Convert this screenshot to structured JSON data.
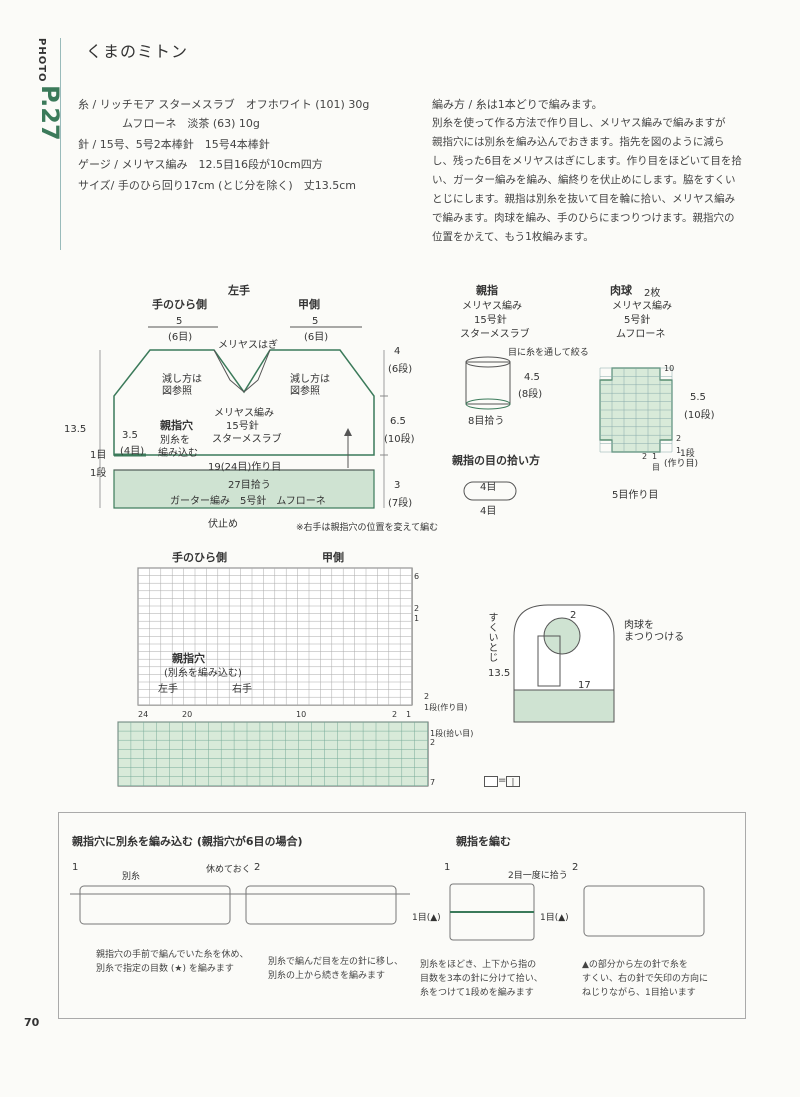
{
  "side": {
    "label": "PHOTO",
    "page": "P.27"
  },
  "title": "くまのミトン",
  "specs": {
    "yarn_1": "糸 / リッチモア スターメスラブ　オフホワイト (101) 30g",
    "yarn_2": "ムフローネ　淡茶 (63) 10g",
    "needles": "針 / 15号、5号2本棒針　15号4本棒針",
    "gauge": "ゲージ / メリヤス編み　12.5目16段が10cm四方",
    "size": "サイズ/ 手のひら回り17cm (とじ分を除く)　丈13.5cm"
  },
  "method": {
    "heading": "編み方 / 糸は1本どりで編みます。",
    "lines": [
      "別糸を使って作る方法で作り目し、メリヤス編みで編みますが",
      "親指穴には別糸を編み込んでおきます。指先を図のように減ら",
      "し、残った6目をメリヤスはぎにします。作り目をほどいて目を拾",
      "い、ガーター編みを編み、編終りを伏止めにします。脇をすくい",
      "とじにします。親指は別糸を抜いて目を輪に拾い、メリヤス編み",
      "で編みます。肉球を編み、手のひらにまつりつけます。親指穴の",
      "位置をかえて、もう1枚編みます。"
    ]
  },
  "mitten": {
    "left_hand": "左手",
    "palm_side": "手のひら側",
    "back_side": "甲側",
    "w5_a": "5",
    "w5_a_st": "(6目)",
    "w5_b": "5",
    "w5_b_st": "(6目)",
    "graft": "メリヤスはぎ",
    "dec_a": "減し方は",
    "dec_a2": "図参照",
    "dec_b": "減し方は",
    "dec_b2": "図参照",
    "stockinette": "メリヤス編み",
    "needle15": "15号針",
    "yarn_star": "スターメスラブ",
    "thumb_hole": "親指穴",
    "thumb_hole_2": "別糸を",
    "thumb_hole_3": "編み込む",
    "w35": "3.5",
    "w35_st": "(4目)",
    "h135": "13.5",
    "row1_a": "1目",
    "row1_b": "1段",
    "cast_on": "19(24目)作り目",
    "pickup": "27目拾う",
    "garter": "ガーター編み　5号針　ムフローネ",
    "bind_off": "伏止め",
    "h4": "4",
    "h4_rows": "(6段)",
    "h65": "6.5",
    "h65_rows": "(10段)",
    "h3": "3",
    "h3_rows": "(7段)",
    "note": "※右手は親指穴の位置を変えて編む"
  },
  "thumb": {
    "title": "親指",
    "l1": "メリヤス編み",
    "l2": "15号針",
    "l3": "スターメスラブ",
    "thread": "目に糸を通して絞る",
    "h45": "4.5",
    "h45_rows": "(8段)",
    "pick8": "8目拾う",
    "pick_title": "親指の目の拾い方",
    "four_a": "4目",
    "four_b": "4目"
  },
  "pad": {
    "title": "肉球",
    "count": "2枚",
    "l1": "メリヤス編み",
    "l2": "5号針",
    "l3": "ムフローネ",
    "h55": "5.5",
    "h55_rows": "(10段)",
    "n10": "10",
    "n2a": "2",
    "n1a": "1",
    "n2b": "2",
    "n1b": "1",
    "row1": "1段",
    "cast": "(作り目)",
    "mok": "目",
    "bottom": "5目作り目"
  },
  "chart": {
    "palm_side": "手のひら側",
    "back_side": "甲側",
    "thumb_hole": "親指穴",
    "thumb_hole_2": "(別糸を編み込む)",
    "left_hand": "左手",
    "right_hand": "右手",
    "r6": "6",
    "r2": "2",
    "r1": "1",
    "n24": "24",
    "n20": "20",
    "n10": "10",
    "n2": "2",
    "n1": "1",
    "row2": "2",
    "row1_cast": "1段(作り目)",
    "pick_row": "1段(拾い目)",
    "pick2": "2",
    "r7": "7",
    "legend": "=",
    "legend_sym": "|"
  },
  "assembly": {
    "side_label": "すくいとじ",
    "n2": "2",
    "pad_label": "肉球を",
    "pad_label2": "まつりつける",
    "h135": "13.5",
    "w17": "17"
  },
  "howto1": {
    "title": "親指穴に別糸を編み込む (親指穴が6目の場合)",
    "s1": "1",
    "s2": "2",
    "betsu": "別糸",
    "rest": "休めておく",
    "cap1a": "親指穴の手前で編んでいた糸を休め、",
    "cap1b": "別糸で指定の目数 (★) を編みます",
    "cap2a": "別糸で編んだ目を左の針に移し、",
    "cap2b": "別糸の上から続きを編みます"
  },
  "howto2": {
    "title": "親指を編む",
    "s1": "1",
    "s2": "2",
    "top": "2目一度に拾う",
    "left": "1目(▲)",
    "right": "1目(▲)",
    "cap1a": "別糸をほどき、上下から指の",
    "cap1b": "目数を3本の針に分けて拾い、",
    "cap1c": "糸をつけて1段めを編みます",
    "cap2a": "▲の部分から左の針で糸を",
    "cap2b": "すくい、右の針で矢印の方向に",
    "cap2c": "ねじりながら、1目拾います"
  },
  "page_number": "70"
}
